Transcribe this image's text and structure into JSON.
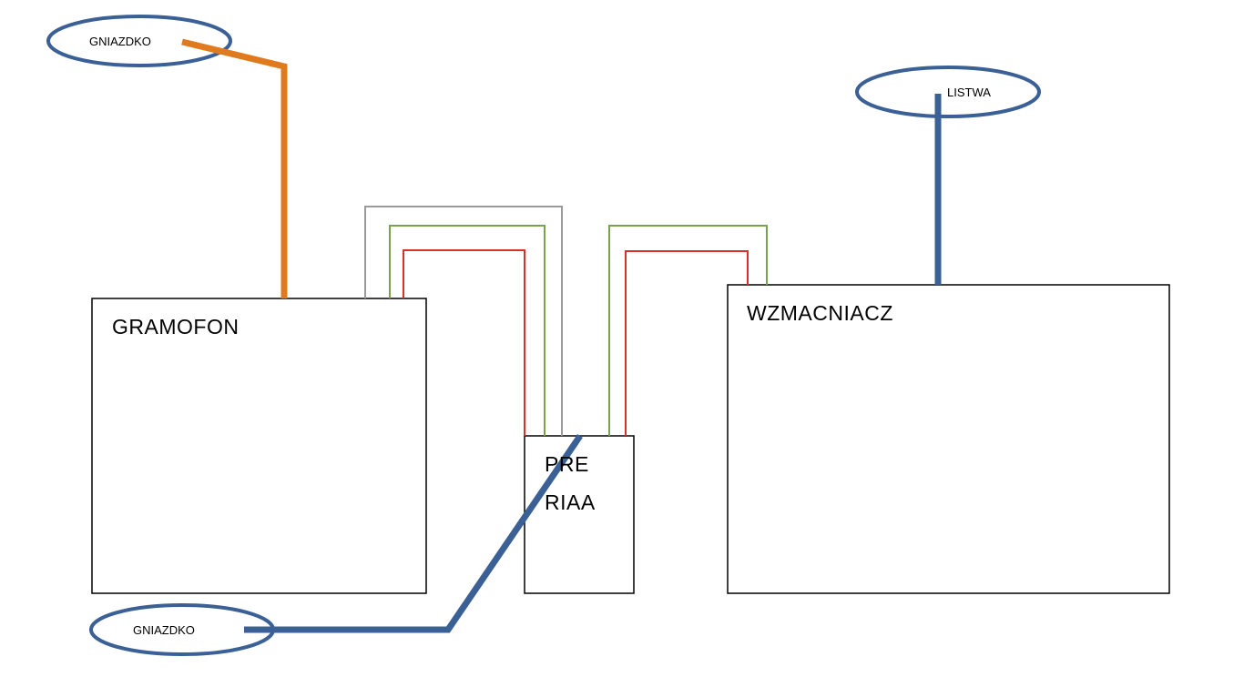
{
  "colors": {
    "background": "#ffffff",
    "box_stroke": "#000000",
    "oval_stroke": "#3a6095",
    "power_cable_blue": "#3a6095",
    "power_cable_orange": "#e07a1f",
    "signal_gray": "#9a9a9a",
    "signal_green": "#7aa24a",
    "signal_red": "#d9302a"
  },
  "devices": {
    "gramofon": {
      "label": "GRAMOFON"
    },
    "preamp": {
      "line1": "PRE",
      "line2": "RIAA"
    },
    "wzmacniacz": {
      "label": "WZMACNIACZ"
    }
  },
  "outlets": {
    "gramofon_outlet": {
      "label": "GNIAZDKO"
    },
    "preamp_outlet": {
      "label": "GNIAZDKO"
    },
    "amp_outlet": {
      "label": "LISTWA"
    }
  },
  "connections": [
    {
      "from": "gramofon_outlet",
      "to": "gramofon",
      "cable": "power_cable_orange"
    },
    {
      "from": "preamp_outlet",
      "to": "preamp",
      "cable": "power_cable_blue"
    },
    {
      "from": "amp_outlet",
      "to": "wzmacniacz",
      "cable": "power_cable_blue"
    },
    {
      "from": "gramofon",
      "to": "preamp",
      "cable": "signal_gray"
    },
    {
      "from": "gramofon",
      "to": "preamp",
      "cable": "signal_green"
    },
    {
      "from": "gramofon",
      "to": "preamp",
      "cable": "signal_red"
    },
    {
      "from": "preamp",
      "to": "wzmacniacz",
      "cable": "signal_green"
    },
    {
      "from": "preamp",
      "to": "wzmacniacz",
      "cable": "signal_red"
    }
  ]
}
